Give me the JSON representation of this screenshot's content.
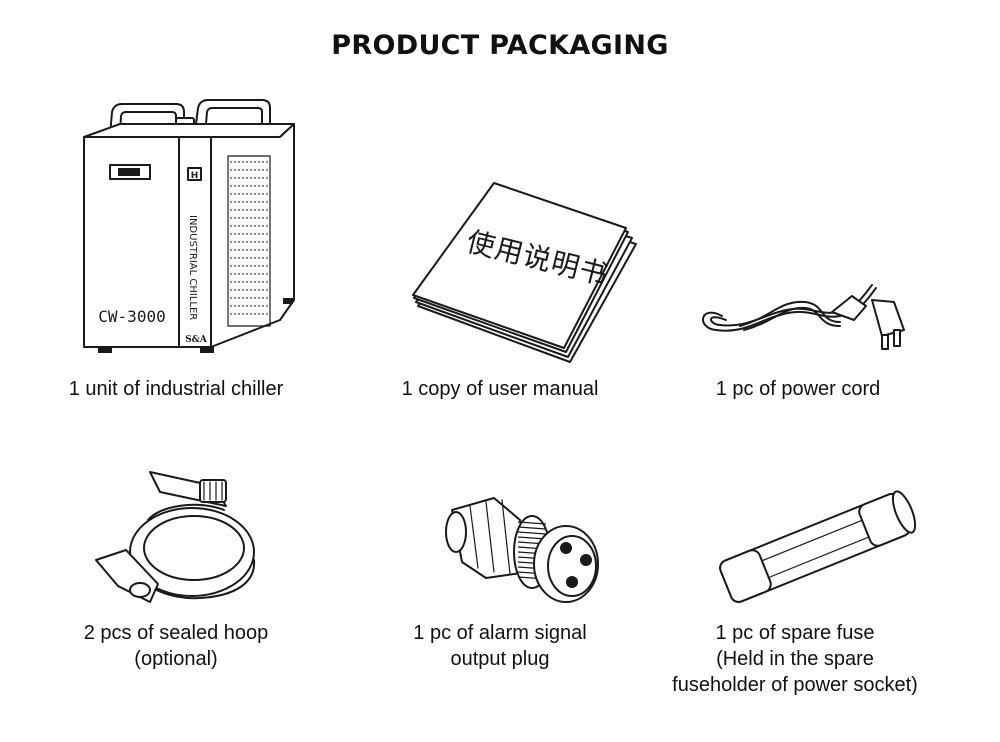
{
  "page": {
    "title": "PRODUCT PACKAGING"
  },
  "items": [
    {
      "name": "industrial chiller",
      "lines": [
        "1 unit of industrial chiller"
      ],
      "label_front": "CW-3000",
      "label_side": "INDUSTRIAL CHILLER",
      "brand": "S&A"
    },
    {
      "name": "user manual",
      "lines": [
        "1 copy of user manual"
      ],
      "cover_text": "使用说明书"
    },
    {
      "name": "power cord",
      "lines": [
        "1 pc of power cord"
      ]
    },
    {
      "name": "sealed hoop",
      "lines": [
        "2 pcs of sealed hoop",
        "(optional)"
      ]
    },
    {
      "name": "alarm signal output plug",
      "lines": [
        "1 pc of alarm signal",
        "output plug"
      ]
    },
    {
      "name": "spare fuse",
      "lines": [
        "1 pc of spare fuse",
        "(Held in the spare",
        "fuseholder of power socket)"
      ]
    }
  ]
}
